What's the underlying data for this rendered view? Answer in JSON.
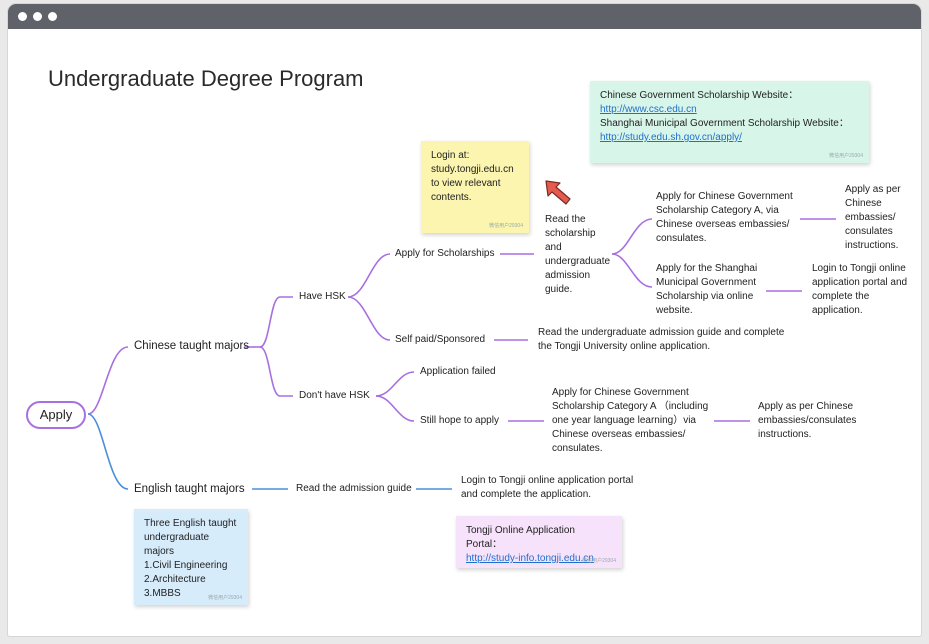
{
  "window": {
    "dots": 3
  },
  "title": "Undergraduate Degree Program",
  "mindmap": {
    "root": "Apply",
    "chinese": {
      "label": "Chinese taught majors",
      "have_hsk": {
        "label": "Have HSK",
        "scholarships": {
          "label": "Apply for Scholarships",
          "read": "Read the scholarship and undergraduate admission guide.",
          "csc": "Apply for Chinese Government Scholarship Category A, via Chinese overseas embassies/ consulates.",
          "csc_next": "Apply as per Chinese embassies/ consulates instructions.",
          "shanghai": "Apply for the Shanghai Municipal Government Scholarship via online website.",
          "shanghai_next": "Login to Tongji online application portal and complete the application."
        },
        "self_paid": {
          "label": "Self paid/Sponsored",
          "next": "Read the undergraduate admission guide and complete the Tongji University online application."
        }
      },
      "no_hsk": {
        "label": "Don't have HSK",
        "failed": "Application failed",
        "still_hope": {
          "label": "Still hope to apply",
          "next": "Apply for Chinese Government Scholarship Category A （including one year language learning）via Chinese overseas embassies/ consulates.",
          "next2": "Apply as per Chinese embassies/consulates instructions."
        }
      }
    },
    "english": {
      "label": "English taught majors",
      "read": "Read the admission guide",
      "next": "Login to Tongji online application portal and complete the application."
    }
  },
  "notes": {
    "login": {
      "text": "Login at: study.tongji.edu.cn to view relevant contents.",
      "wm": "微信用户29304"
    },
    "websites": {
      "line1": "Chinese Government Scholarship Website：",
      "link1": "http://www.csc.edu.cn",
      "line2": "Shanghai Municipal Government Scholarship Website：",
      "link2": "http://study.edu.sh.gov.cn/apply/",
      "wm": "微信用户29304"
    },
    "english_majors": {
      "l1": "Three English taught",
      "l2": "undergraduate majors",
      "l3": "1.Civil Engineering",
      "l4": "2.Architecture",
      "l5": "3.MBBS",
      "wm": "微信用户29304"
    },
    "portal": {
      "line1": "Tongji Online Application Portal：",
      "link": "http://study-info.tongji.edu.cn",
      "wm": "微信用户29304"
    }
  },
  "colors": {
    "purple": "#a86fe0",
    "blue": "#4a8fd8",
    "note_yellow": "#fbf5b0",
    "note_mint": "#d8f5ea",
    "note_blue": "#d6ecfb",
    "note_pink": "#f7e2fb",
    "arrow": "#e55a4e"
  }
}
